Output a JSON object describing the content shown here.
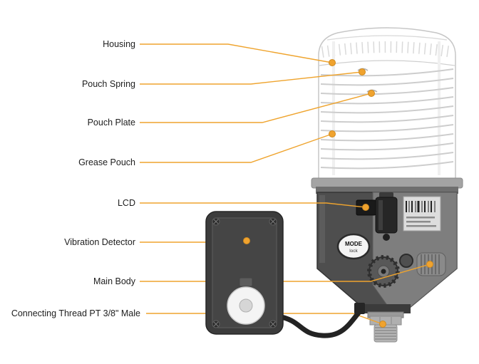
{
  "diagram": {
    "labels": [
      {
        "text": "Housing"
      },
      {
        "text": "Pouch Spring"
      },
      {
        "text": "Pouch Plate"
      },
      {
        "text": "Grease Pouch"
      },
      {
        "text": "LCD"
      },
      {
        "text": "Vibration Detector"
      },
      {
        "text": "Main Body"
      },
      {
        "text": "Connecting Thread PT 3/8\" Male"
      }
    ],
    "device": {
      "mode_button": {
        "line1": "MODE",
        "line2": "lock"
      }
    },
    "colors": {
      "leader_line": "#EFA42E",
      "pointer_dot": "#F0A32F",
      "background": "#FFFFFF"
    }
  }
}
